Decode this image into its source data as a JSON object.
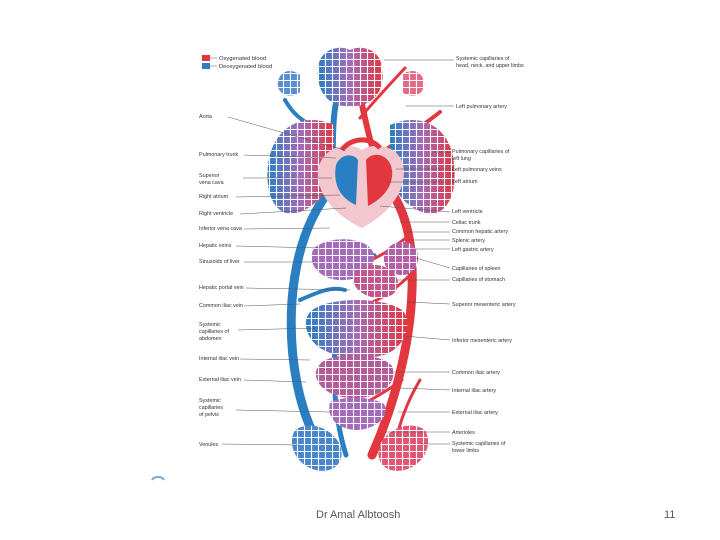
{
  "slide": {
    "footer_text": "Dr Amal Albtoosh",
    "page_number": "11"
  },
  "colors": {
    "oxygenated": "#e2373f",
    "deoxygenated": "#2a7fc2",
    "capillary": "#a56bb8",
    "heart": "#f2c7cd"
  },
  "legend": {
    "oxygenated": "Oxygenated blood",
    "deoxygenated": "Deoxygenated blood"
  },
  "labels": {
    "left": {
      "aorta": "Aorta",
      "pulmonary_trunk": "Pulmonary trunk",
      "superior_vena_cava_1": "Superior",
      "superior_vena_cava_2": "vena cava",
      "right_atrium": "Right atrium",
      "right_ventricle": "Right ventricle",
      "inferior_vena_cava": "Inferior vena cava",
      "hepatic_veins": "Hepatic veins",
      "sinusoids_of_liver": "Sinusoids of liver",
      "hepatic_portal_vein": "Hepatic portal vein",
      "common_iliac_vein": "Common iliac vein",
      "systemic_capillaries_abdomen_1": "Systemic",
      "systemic_capillaries_abdomen_2": "capillaries of",
      "systemic_capillaries_abdomen_3": "abdomen",
      "internal_iliac_vein": "Internal iliac vein",
      "external_iliac_vein": "External iliac vein",
      "systemic_capillaries_pelvis_1": "Systemic",
      "systemic_capillaries_pelvis_2": "capillaries",
      "systemic_capillaries_pelvis_3": "of pelvis",
      "venules": "Venules"
    },
    "right": {
      "systemic_capillaries_head_1": "Systemic capillaries of",
      "systemic_capillaries_head_2": "head, neck, and upper limbs",
      "left_pulmonary_artery": "Left pulmonary artery",
      "pulmonary_capillaries_1": "Pulmonary capillaries of",
      "pulmonary_capillaries_2": "left lung",
      "left_pulmonary_veins": "Left pulmonary veins",
      "left_atrium": "Left atrium",
      "left_ventricle": "Left ventricle",
      "celiac_trunk": "Celiac trunk",
      "common_hepatic_artery": "Common hepatic artery",
      "splenic_artery": "Splenic artery",
      "left_gastric_artery": "Left gastric artery",
      "capillaries_of_spleen": "Capillaries of spleen",
      "capillaries_of_stomach": "Capillaries of stomach",
      "superior_mesenteric_artery": "Superior mesenteric artery",
      "inferior_mesenteric_artery": "Inferior mesenteric artery",
      "common_iliac_artery": "Common iliac artery",
      "internal_iliac_artery": "Internal iliac artery",
      "external_iliac_artery": "External iliac artery",
      "arterioles": "Arterioles",
      "systemic_capillaries_lower_limbs_1": "Systemic capillaries of",
      "systemic_capillaries_lower_limbs_2": "lower limbs"
    }
  }
}
